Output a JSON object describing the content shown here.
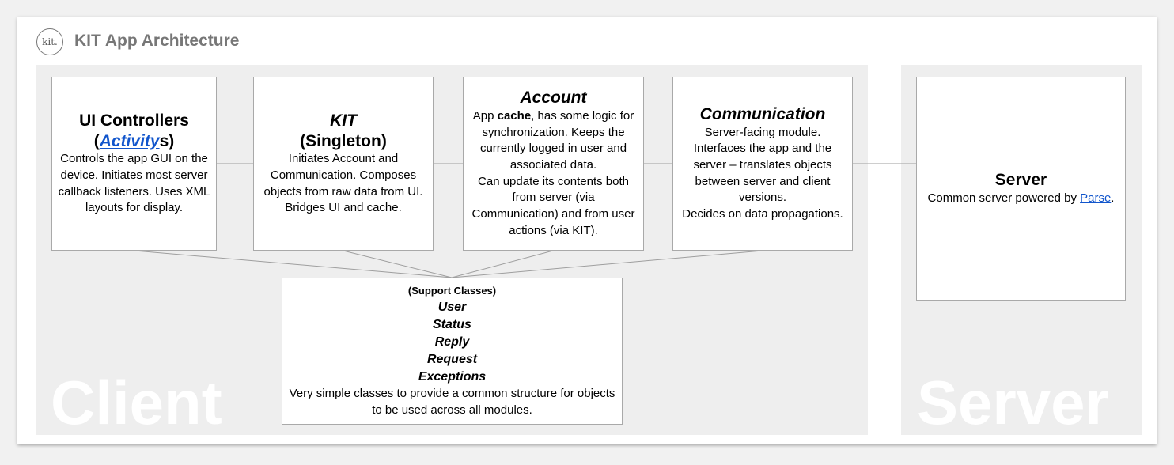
{
  "title": "KIT App Architecture",
  "logo_text": "kit.",
  "zones": {
    "client": "Client",
    "server": "Server"
  },
  "ui_controllers": {
    "heading_line1": "UI Controllers",
    "heading_open": "(",
    "heading_link": "Activity",
    "heading_close": "s)",
    "description": "Controls the app GUI on the device. Initiates most server callback listeners. Uses XML layouts for display."
  },
  "kit": {
    "heading": "KIT",
    "subheading": "(Singleton)",
    "description": "Initiates Account and Communication. Composes objects from raw data from UI. Bridges UI and cache."
  },
  "account": {
    "heading": "Account",
    "desc_pre": "App ",
    "desc_bold": "cache",
    "desc_post": ", has some logic for synchronization. Keeps the currently logged in user and associated data.",
    "desc_2": "Can update its contents both from server (via Communication) and from user actions (via KIT)."
  },
  "communication": {
    "heading": "Communication",
    "description": "Server-facing module. Interfaces the app and the server – translates objects between server and client versions.",
    "desc_2": "Decides on data propagations."
  },
  "server": {
    "heading": "Server",
    "desc_pre": "Common server powered by ",
    "desc_link": "Parse",
    "desc_post": "."
  },
  "support": {
    "heading": "(Support Classes)",
    "items": [
      "User",
      "Status",
      "Reply",
      "Request",
      "Exceptions"
    ],
    "description": "Very simple classes to provide a common structure for objects to be used across all modules."
  },
  "colors": {
    "link": "#1155cc",
    "line": "#9e9e9e",
    "zone": "#eeeeee",
    "title": "#777777"
  }
}
